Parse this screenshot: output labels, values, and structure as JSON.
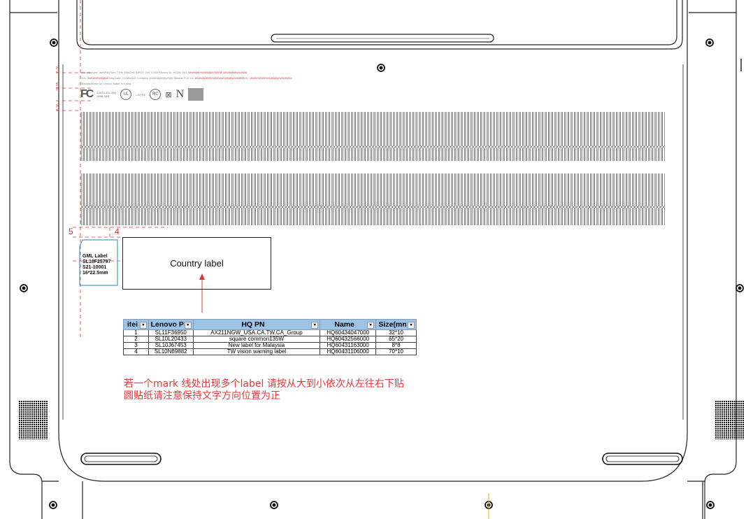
{
  "country_label": "Country label",
  "gml_label": {
    "line1": "GML Label",
    "line2": "SL10F25797",
    "line3": "S21-10001",
    "line4": "16*22.5mm"
  },
  "dimensions": {
    "left": "5",
    "right": "4",
    "v1": "6.76",
    "v2": "13.85",
    "v3": "6.76"
  },
  "regulatory": {
    "line1": "Manufacturer: IdeaPad Slim 7 Pro 16ACH6 INPUT: 20V 3.25A Factory ID: H0200 MO: ",
    "line1_red": "WWWWWWWWWW  MTM: WWWWWWWWW",
    "line2": "S/N: ",
    "line2_red": "WWWWWWWW",
    "line2b": "  Mfg Date: YY-MM/DD  Contains: WWWWWWWWW Module  FCC ID: ",
    "line2_red2": "WWWWWWWWWWWWWWWWWWW  IC: WWWWWWWWWWWWWWWW",
    "line3": "Manufactured for Lenovo  Made in China",
    "ic_text": "CAN ICES-3(B) NMB-3(B)",
    "ul_text": "LISTED",
    "rc_text": "RC",
    "n_logo": "N"
  },
  "table": {
    "headers": [
      "itei",
      "Lenovo P",
      "HQ PN",
      "Name",
      "Size(mn"
    ],
    "rows": [
      [
        "1",
        "SL11F36950",
        "AX211NGW_USA.CA.TW.CA_Group",
        "HQ60434047000",
        "32*10"
      ],
      [
        "2",
        "SL10L20433",
        "square common135W",
        "HQ60432566000",
        "65*20"
      ],
      [
        "3",
        "SL10J67453",
        "New label for Malaysia",
        "HQ60431163000",
        "8*8"
      ],
      [
        "4",
        "SL10N69882",
        "TW vision warning label",
        "HQ60431106000",
        "70*10"
      ]
    ]
  },
  "note": {
    "line1": "若一个mark 线处出现多个label 请按从大到小依次从左往右下贴",
    "line2": "圆贴纸请注意保持文字方向位置为正"
  },
  "colors": {
    "annotation": "#d23a3a",
    "table_header": "#9cc3e6",
    "gml_outline": "#4a9fc5"
  }
}
